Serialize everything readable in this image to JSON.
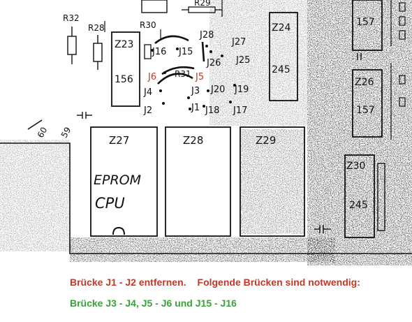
{
  "board": {
    "resistors": [
      "R32",
      "R28",
      "R30",
      "R29",
      "R31"
    ],
    "chips": {
      "z23": {
        "name": "Z23",
        "code": "156"
      },
      "z24": {
        "name": "Z24",
        "code": "245"
      },
      "z26": {
        "name": "Z26",
        "code": "157"
      },
      "z27": {
        "name": "Z27",
        "hand1": "EPROM",
        "hand2": "CPU"
      },
      "z28": {
        "name": "Z28"
      },
      "z29": {
        "name": "Z29"
      },
      "z30": {
        "name": "Z30",
        "code": "245"
      },
      "top_right": {
        "code": "157"
      }
    },
    "jumpers": {
      "j1": "J1",
      "j2": "J2",
      "j3": "J3",
      "j4": "J4",
      "j5": "J5",
      "j6": "J6",
      "j15": "J15",
      "j16": "J16",
      "j17": "J17",
      "j18": "J18",
      "j19": "J19",
      "j20": "J20",
      "j25": "J25",
      "j26": "J26",
      "j27": "J27",
      "j28": "J28"
    },
    "edge_labels": [
      "60",
      "59"
    ]
  },
  "notes": {
    "line1_a": "Brücke  J1 - J2 entfernen.",
    "line1_b": "Folgende Brücken sind notwendig:",
    "line2": "Brücke J3 - J4, J5 - J6 und J15 - J16"
  },
  "colors": {
    "red": "#c0392b",
    "green": "#3aa13a"
  }
}
